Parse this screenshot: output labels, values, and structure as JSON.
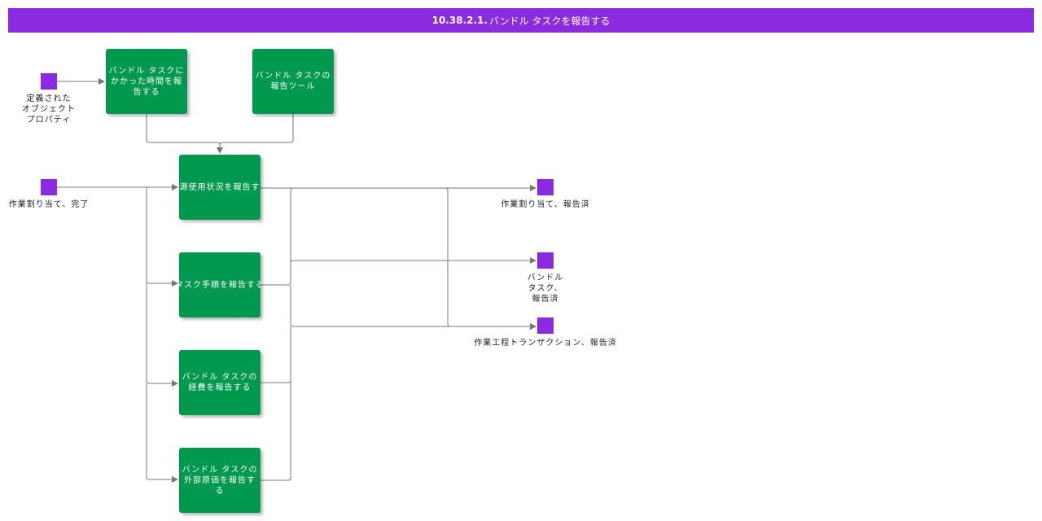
{
  "title": {
    "number": "10.38.2.1.",
    "name": "バンドル タスクを報告する"
  },
  "processes": {
    "report_time": "バンドル タスクにかかった時間を報告する",
    "report_tools": "バンドル タスクの報告ツール",
    "report_resource_usage": "資源使用状況を報告する",
    "report_task_steps": "タスク手順を報告する",
    "report_expenses": "バンドル タスクの経費を報告する",
    "report_external_cost": "バンドル タスクの外部原価を報告する"
  },
  "nodes": {
    "defined_object_properties": "定義された\nオブジェクト\nプロパティ",
    "work_assignment_completed": "作業割り当て、完了",
    "work_assignment_reported": "作業割り当て、報告済",
    "bundle_task_reported": "バンドル\nタスク、\n報告済",
    "operation_transaction_reported": "作業工程トランザクション、報告済"
  },
  "colors": {
    "header": "#8a2be2",
    "process": "#00994d",
    "node": "#8a2be2",
    "edge": "#777777"
  }
}
